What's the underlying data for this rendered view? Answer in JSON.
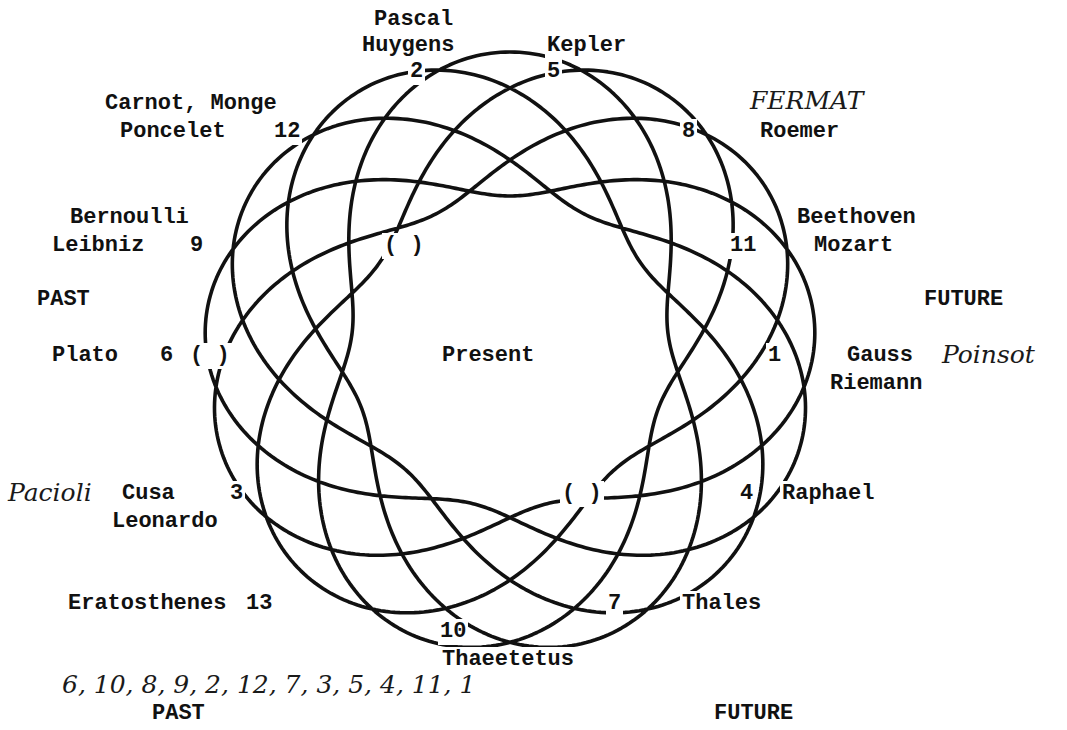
{
  "diagram": {
    "labels": [
      "Pascal",
      "Huygens",
      "2",
      "Kepler",
      "5",
      "Carnot, Monge",
      "Poncelet",
      "12",
      "FERMAT",
      "8",
      "Roemer",
      "Bernoulli",
      "Leibniz",
      "9",
      "Beethoven",
      "11",
      "Mozart",
      "PAST",
      "FUTURE",
      "Plato",
      "6",
      "( )",
      "( )",
      "Present",
      "1",
      "Gauss",
      "Poinsot",
      "Riemann",
      "Pacioli",
      "Cusa",
      "3",
      "Leonardo",
      "( )",
      "4",
      "Raphael",
      "Eratosthenes",
      "13",
      "7",
      "Thales",
      "10",
      "Thaeetetus",
      "6, 10, 8, 9, 2, 12, 7, 3, 5, 4, 11, 1",
      "PAST",
      "FUTURE"
    ]
  }
}
